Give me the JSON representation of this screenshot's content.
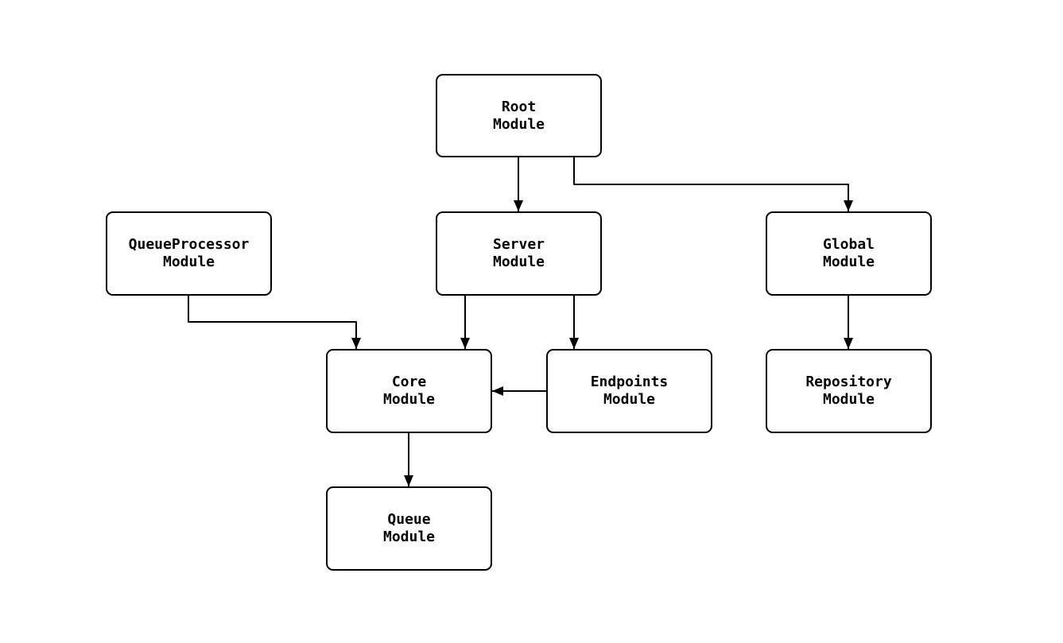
{
  "diagram": {
    "type": "flowchart",
    "direction": "top-down",
    "background_color": "#ffffff",
    "node_fill_color": "#ffffff",
    "node_border_color": "#000000",
    "line_color": "#000000",
    "text_color": "#000000",
    "nodes": {
      "root": {
        "label": "Root\nModule"
      },
      "server": {
        "label": "Server\nModule"
      },
      "global": {
        "label": "Global\nModule"
      },
      "queueprocessor": {
        "label": "QueueProcessor\nModule"
      },
      "core": {
        "label": "Core\nModule"
      },
      "endpoints": {
        "label": "Endpoints\nModule"
      },
      "repository": {
        "label": "Repository\nModule"
      },
      "queue": {
        "label": "Queue\nModule"
      }
    },
    "edges": [
      {
        "from": "root",
        "to": "server"
      },
      {
        "from": "root",
        "to": "global"
      },
      {
        "from": "queueprocessor",
        "to": "core"
      },
      {
        "from": "server",
        "to": "core"
      },
      {
        "from": "server",
        "to": "endpoints"
      },
      {
        "from": "endpoints",
        "to": "core"
      },
      {
        "from": "global",
        "to": "repository"
      },
      {
        "from": "core",
        "to": "queue"
      }
    ]
  }
}
